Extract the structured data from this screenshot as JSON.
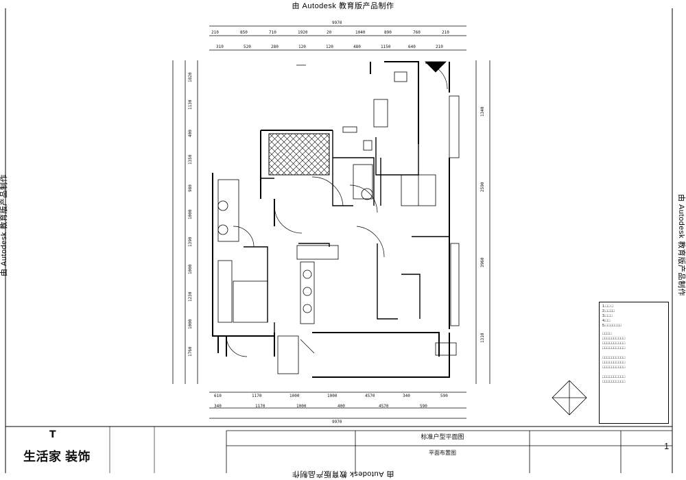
{
  "watermark": {
    "text": "由 Autodesk 教育版产品制作"
  },
  "legend": {
    "lines": [
      "1.□□ □",
      "2.□□□□",
      "3.□□□",
      "4.□□",
      "5.□□□□□□□"
    ],
    "notes": [
      "□□□□",
      "□□□□□□□□□□",
      "□□□□□□□□□□",
      "□□□□□□□□□□",
      "",
      "□□□□□□□□□□",
      "□□□□□□□□□□",
      "□□□□□□□□□□",
      "",
      "□□□□□□□□□□",
      "□□□□□□□□□□"
    ]
  },
  "title_block": {
    "brand": "生活家 装饰",
    "project": "标准户型平面图",
    "drawing": "平面布置图",
    "sheet": "1"
  },
  "dimensions": {
    "top_total": "9970",
    "top_row1": [
      "210",
      "850",
      "710",
      "1920",
      "20",
      "1040",
      "890",
      "760",
      "210"
    ],
    "top_row2": [
      "310",
      "520",
      "280",
      "120",
      "120",
      "480",
      "1150",
      "640",
      "210"
    ],
    "bottom_row1": [
      "610",
      "1170",
      "1000",
      "1000",
      "4570",
      "340",
      "590"
    ],
    "bottom_row2": [
      "340",
      "1170",
      "1000",
      "400",
      "4570",
      "590"
    ],
    "bottom_total": "9970",
    "left": [
      "1820",
      "1130",
      "400",
      "1350",
      "980",
      "1000",
      "1390",
      "1000",
      "1230",
      "1000",
      "1760"
    ],
    "right": [
      "1340",
      "2590",
      "3960",
      "1310"
    ]
  }
}
